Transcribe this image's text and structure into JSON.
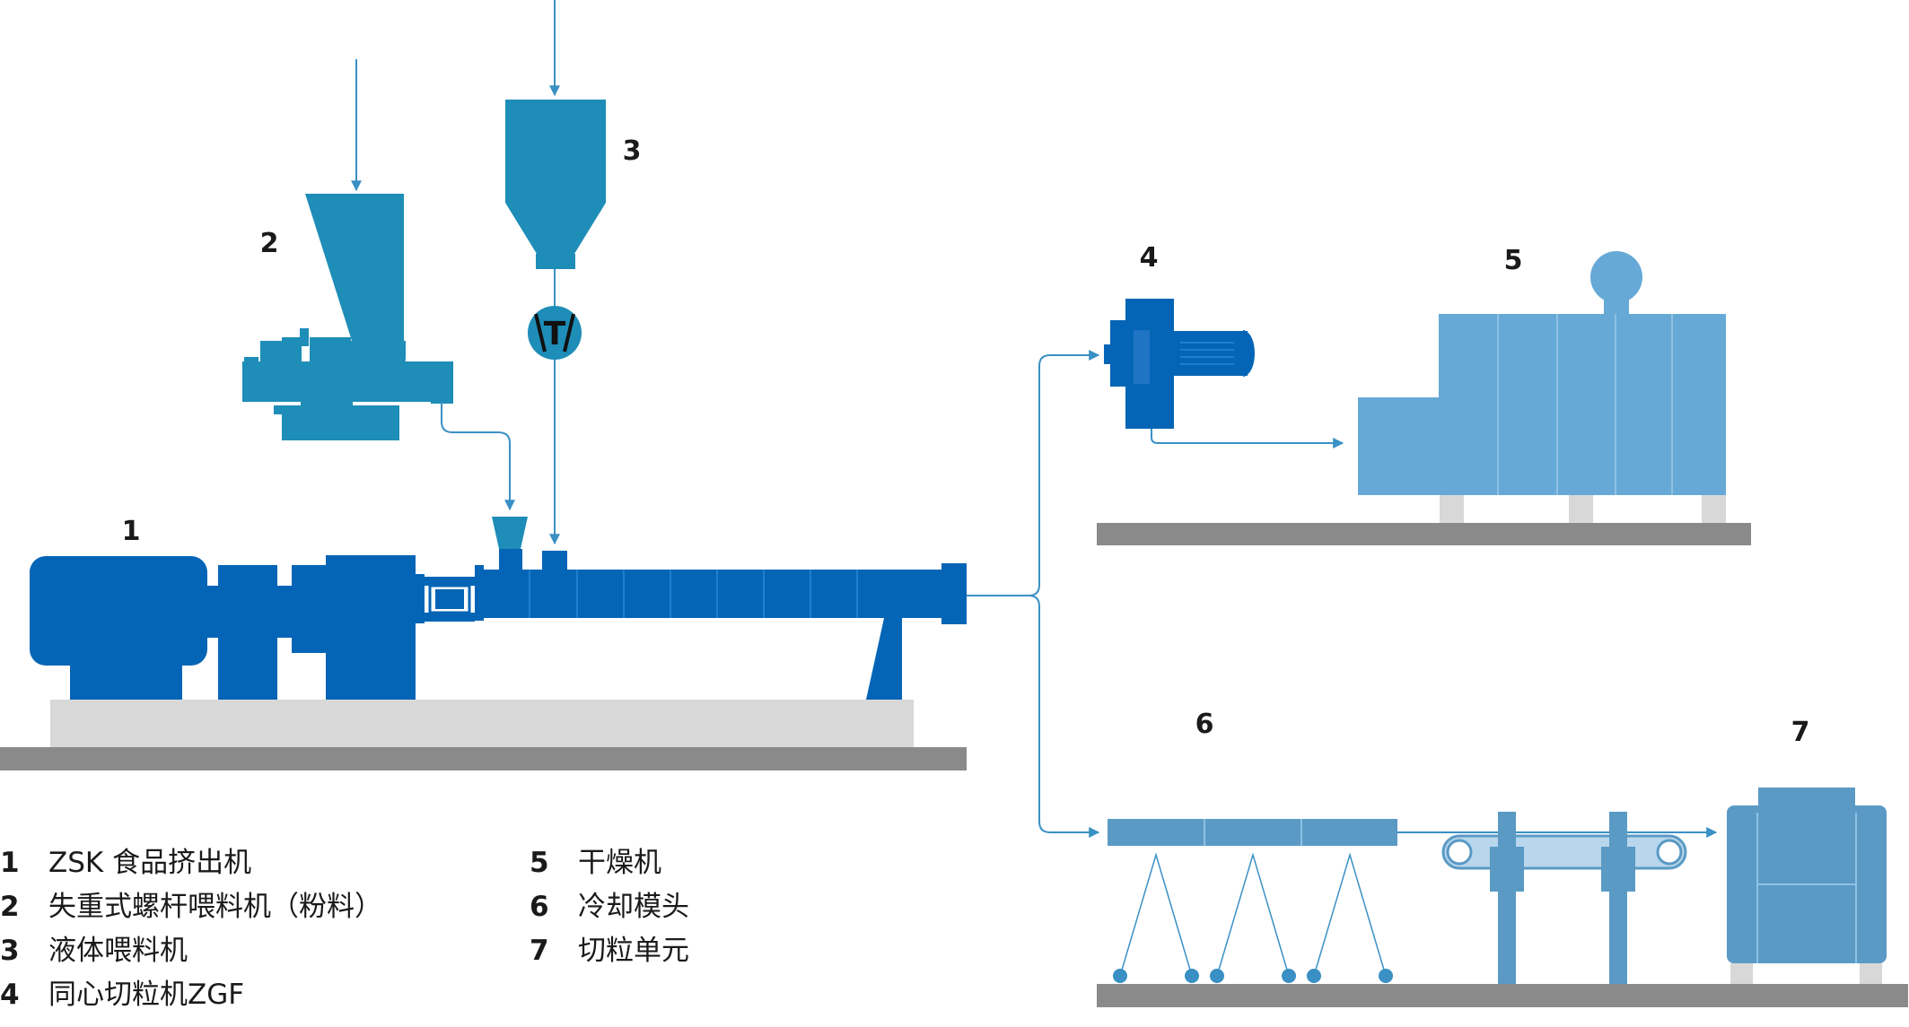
{
  "diagram": {
    "labels": [
      "1",
      "2",
      "3",
      "4",
      "5",
      "6",
      "7"
    ],
    "valve_symbol": "T"
  },
  "legend": {
    "left": [
      {
        "num": "1",
        "text": "ZSK 食品挤出机"
      },
      {
        "num": "2",
        "text": "失重式螺杆喂料机（粉料）"
      },
      {
        "num": "3",
        "text": "液体喂料机"
      },
      {
        "num": "4",
        "text": "同心切粒机ZGF"
      }
    ],
    "right": [
      {
        "num": "5",
        "text": "干燥机"
      },
      {
        "num": "6",
        "text": "冷却模头"
      },
      {
        "num": "7",
        "text": "切粒单元"
      }
    ]
  },
  "colors": {
    "extruder_blue": "#0465b6",
    "feeder_teal": "#1e8db8",
    "dryer_light_blue": "#66a9d6",
    "cooling_blue": "#5a9ac5",
    "line_blue": "#3a90c4",
    "base_gray": "#8a8a8a",
    "bed_light_gray": "#d8d8d8"
  }
}
